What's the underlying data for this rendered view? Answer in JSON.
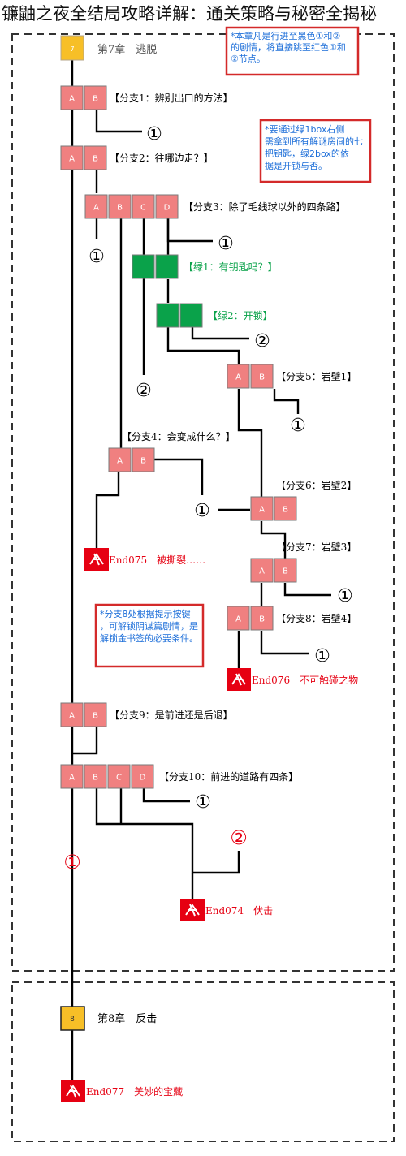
{
  "page": {
    "title": "镰鼬之夜全结局攻略详解：通关策略与秘密全揭秘"
  },
  "colors": {
    "pink": "#f08080",
    "green": "#0aa24a",
    "yellow": "#f7bf27",
    "red": "#e60012",
    "note_blue": "#1e6fd9",
    "dash": "#333333",
    "line": "#000000"
  },
  "chapter7": {
    "number": "7",
    "label": "第7章　逃脱"
  },
  "chapter8": {
    "number": "8",
    "label": "第8章　反击"
  },
  "notes": {
    "top": "*本章凡是行进至黑色①和②的剧情，将直接跳至红色①和②节点。",
    "green_box": "*要通过绿1box右侧需拿到所有解谜房间的七把钥匙，绿2box的依据是开锁与否。",
    "branch8": "*分支8处根据提示按键，可解锁阴谋篇剧情，是解锁金书签的必要条件。"
  },
  "branches": {
    "b1": {
      "label": "【分支1：辨别出口的方法】",
      "options": [
        "A",
        "B"
      ]
    },
    "b2": {
      "label": "【分支2：往哪边走？】",
      "options": [
        "A",
        "B"
      ]
    },
    "b3": {
      "label": "【分支3：除了毛线球以外的四条路】",
      "options": [
        "A",
        "B",
        "C",
        "D"
      ]
    },
    "g1": {
      "label": "【绿1：有钥匙吗？】"
    },
    "g2": {
      "label": "【绿2：开锁】"
    },
    "b4": {
      "label": "【分支4：会变成什么？】",
      "options": [
        "A",
        "B"
      ]
    },
    "b5": {
      "label": "【分支5：岩壁1】",
      "options": [
        "A",
        "B"
      ]
    },
    "b6": {
      "label": "【分支6：岩壁2】",
      "options": [
        "A",
        "B"
      ]
    },
    "b7": {
      "label": "【分支7：岩壁3】",
      "options": [
        "A",
        "B"
      ]
    },
    "b8": {
      "label": "【分支8：岩壁4】",
      "options": [
        "A",
        "B"
      ]
    },
    "b9": {
      "label": "【分支9：是前进还是后退】",
      "options": [
        "A",
        "B"
      ]
    },
    "b10": {
      "label": "【分支10：前进的道路有四条】",
      "options": [
        "A",
        "B",
        "C",
        "D"
      ]
    }
  },
  "markers": {
    "one": "①",
    "two": "②"
  },
  "endings": {
    "e075": "End075　被撕裂……",
    "e076": "End076　不可触碰之物",
    "e074": "End074　伏击",
    "e077": "End077　美妙的宝藏"
  }
}
